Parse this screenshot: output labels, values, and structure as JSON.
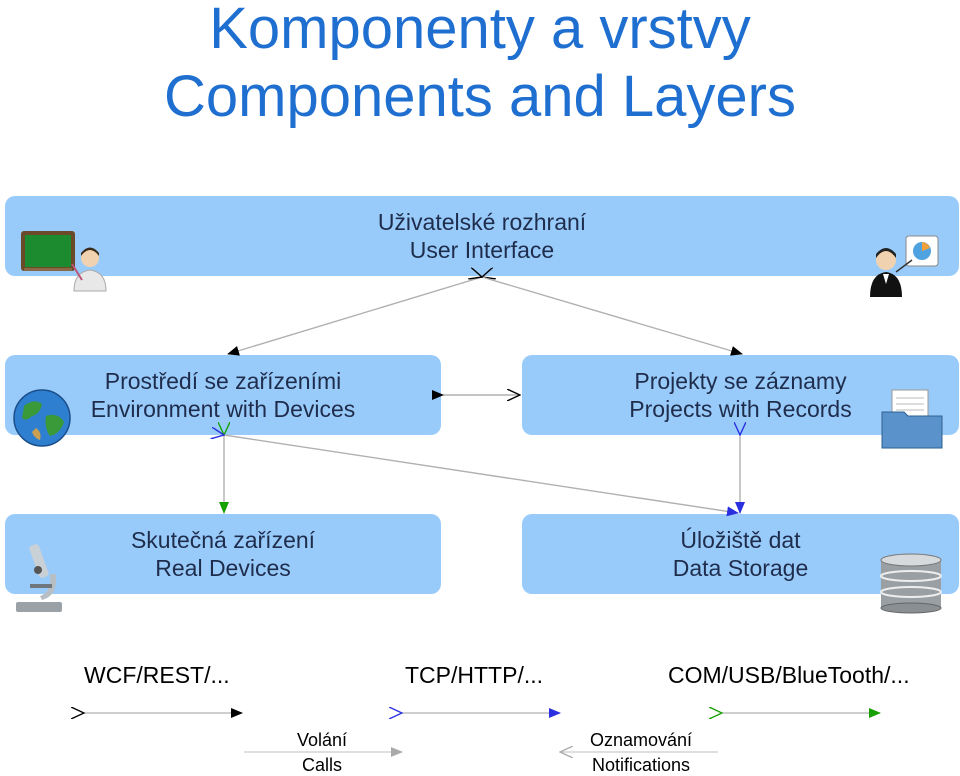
{
  "title": {
    "line1": "Komponenty a vrstvy",
    "line2": "Components and Layers"
  },
  "boxes": {
    "ui": {
      "cz": "Uživatelské rozhraní",
      "en": "User Interface"
    },
    "environment": {
      "cz": "Prostředí se zařízeními",
      "en": "Environment with Devices"
    },
    "projects": {
      "cz": "Projekty se záznamy",
      "en": "Projects with Records"
    },
    "devices": {
      "cz": "Skutečná zařízení",
      "en": "Real Devices"
    },
    "storage": {
      "cz": "Úložiště dat",
      "en": "Data Storage"
    }
  },
  "protocols": {
    "black": "WCF/REST/...",
    "blue": "TCP/HTTP/...",
    "green": "COM/USB/BlueTooth/..."
  },
  "legend": {
    "calls": {
      "cz": "Volání",
      "en": "Calls"
    },
    "notifications": {
      "cz": "Oznamování",
      "en": "Notifications"
    }
  },
  "colors": {
    "title": "#1f6fd1",
    "box_fill": "#99cbfa",
    "black_link": "#000000",
    "blue_link": "#2a2fe0",
    "green_link": "#17a000"
  },
  "icons": [
    "blackboard-icon",
    "teacher-icon",
    "presenter-icon",
    "globe-icon",
    "folder-icon",
    "microscope-icon",
    "database-icon"
  ]
}
